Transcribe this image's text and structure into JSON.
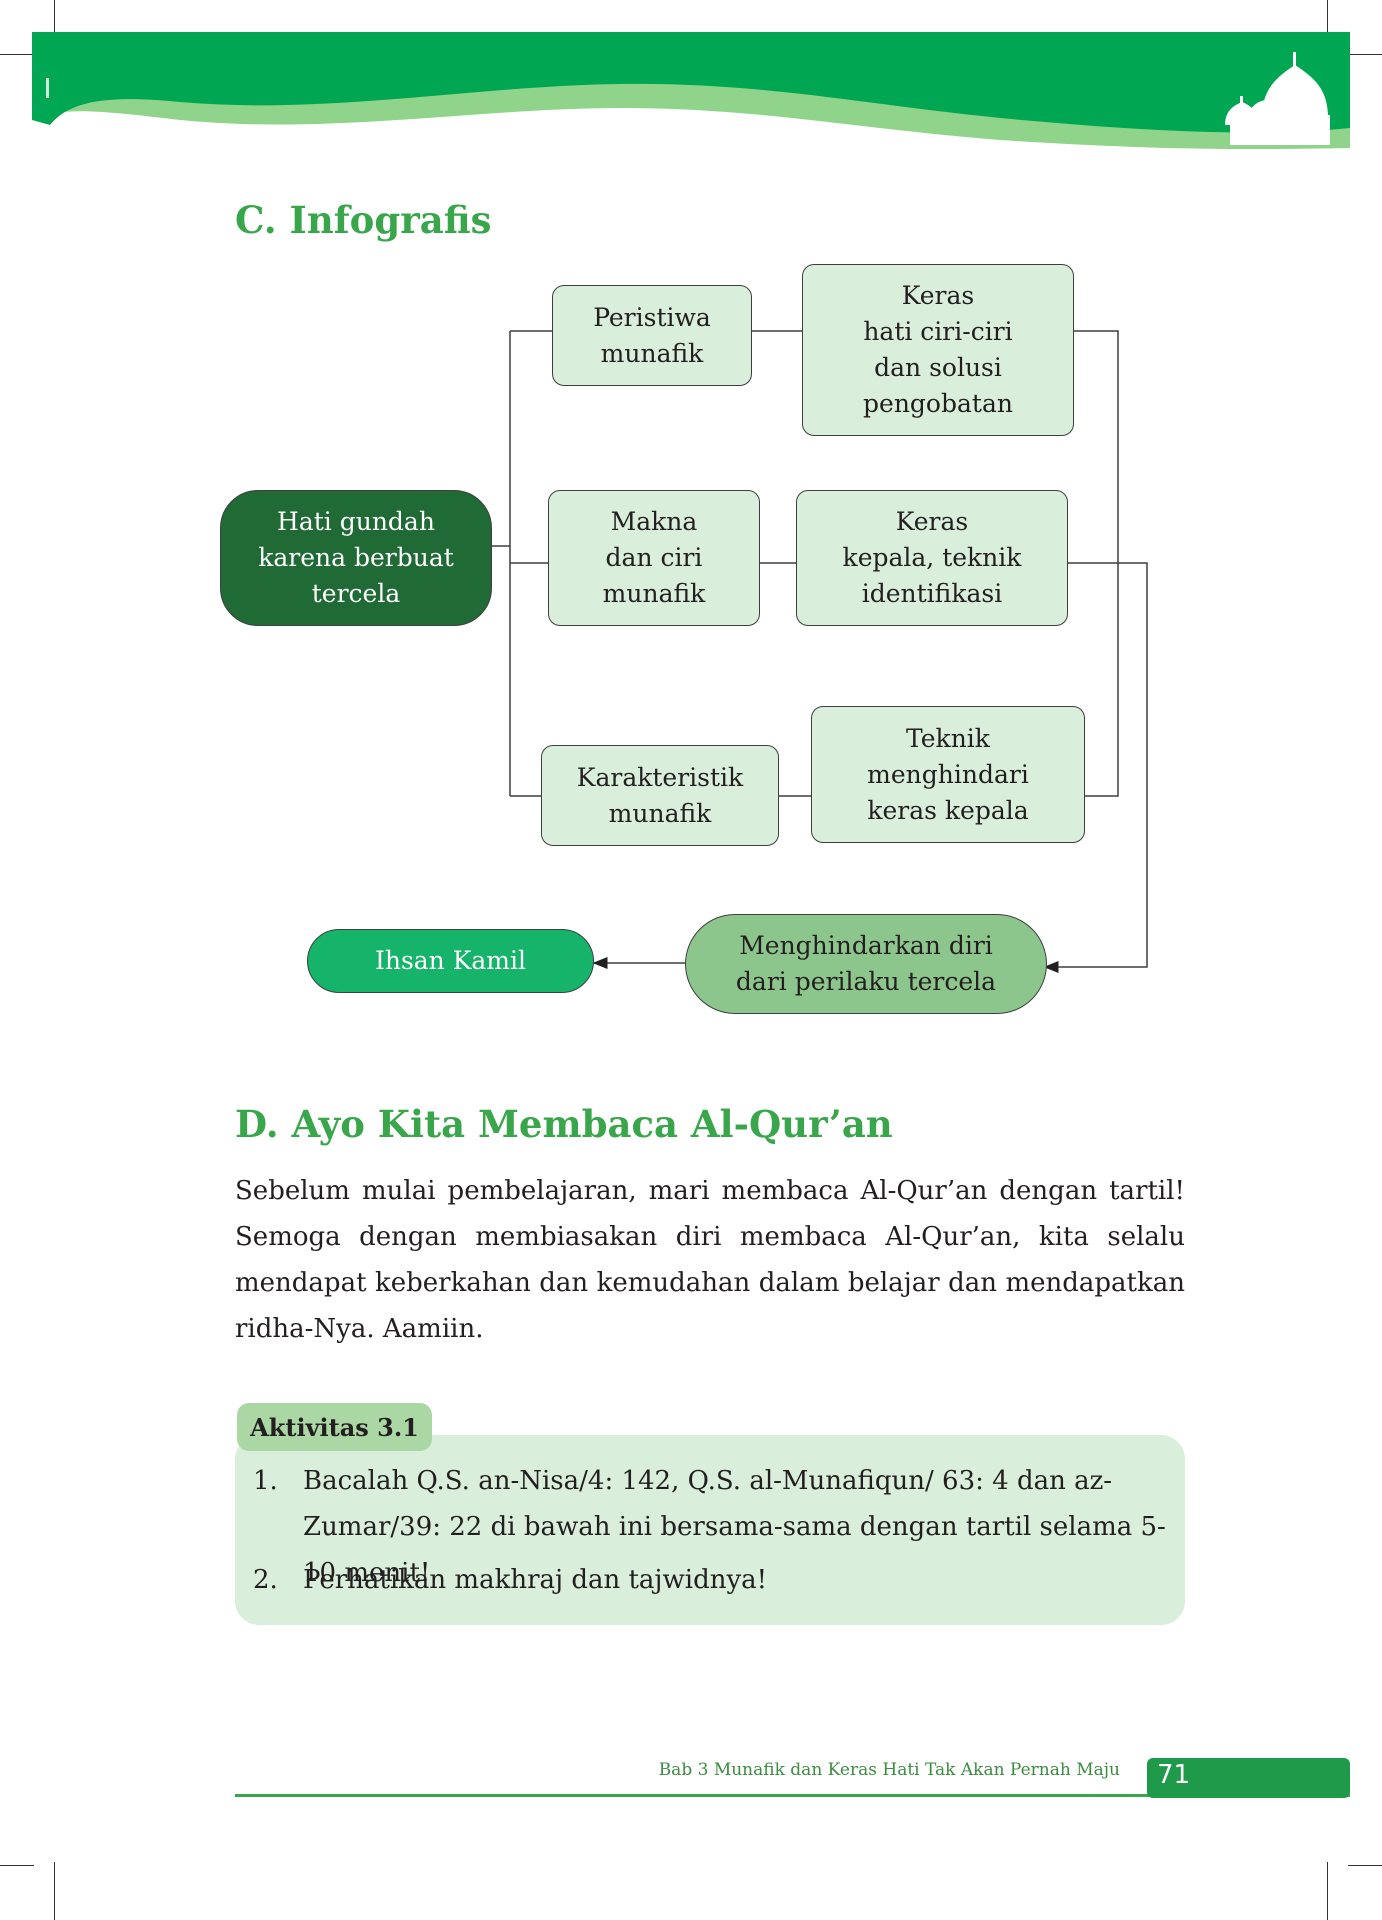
{
  "sections": {
    "infografis_title": "C. Infografis",
    "quran_title": "D. Ayo Kita Membaca Al-Qur’an"
  },
  "infographic": {
    "center": "Hati gundah\nkarena berbuat\ntercela",
    "top_left": "Peristiwa\nmunafik",
    "top_right": "Keras\nhati ciri-ciri\ndan solusi\npengobatan",
    "mid_left": "Makna\ndan ciri\nmunafik",
    "mid_right": "Keras\nkepala, teknik\nidentifikasi",
    "bottom_left": "Karakteristik\nmunafik",
    "bottom_right": "Teknik\nmenghindari\nkeras kepala",
    "avoid": "Menghindarkan diri\ndari perilaku tercela",
    "result": "Ihsan Kamil"
  },
  "paragraph": "Sebelum mulai pembelajaran, mari membaca Al-Qur’an dengan tartil! Semoga dengan membiasakan diri membaca Al-Qur’an, kita selalu mendapat keberkahan dan kemudahan dalam belajar dan mendapatkan ridha-Nya. Aamiin.",
  "activity": {
    "label": "Aktivitas 3.1",
    "items": [
      {
        "num": "1.",
        "text": "Bacalah Q.S. an-Nisa/4: 142, Q.S. al-Munafiqun/ 63: 4 dan az-Zumar/39: 22 di bawah ini bersama-sama dengan tartil selama 5-10 menit!"
      },
      {
        "num": "2.",
        "text": "Perhatikan makhraj dan tajwidnya!"
      }
    ]
  },
  "footer": {
    "chapter": "Bab 3 Munafik dan Keras Hati Tak Akan Pernah Maju",
    "page": "71"
  },
  "colors": {
    "accent_green": "#3aa64b",
    "header_green": "#00a651",
    "dark_node": "#1f6a35",
    "light_node": "#d9eedb",
    "mid_node": "#8dc68c",
    "result_node": "#15b46a"
  }
}
